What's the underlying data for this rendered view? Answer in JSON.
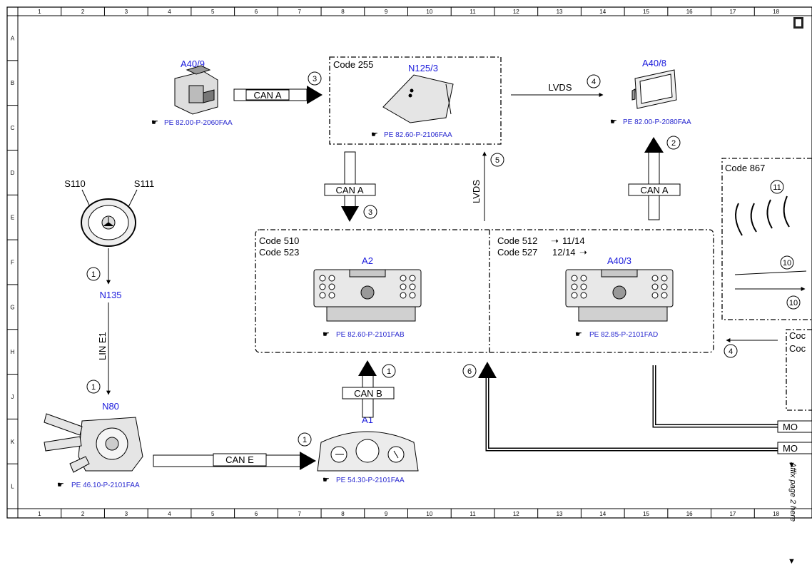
{
  "grid": {
    "columns": [
      "1",
      "2",
      "3",
      "4",
      "5",
      "6",
      "7",
      "8",
      "9",
      "10",
      "11",
      "12",
      "13",
      "14",
      "15",
      "16",
      "17",
      "18"
    ],
    "rows": [
      "A",
      "B",
      "C",
      "D",
      "E",
      "F",
      "G",
      "H",
      "J",
      "K",
      "L"
    ]
  },
  "components": {
    "a40_9": {
      "name": "A40/9",
      "ref": "PE 82.00-P-2060FAA"
    },
    "n125_3": {
      "name": "N125/3",
      "code": "Code 255",
      "ref": "PE 82.60-P-2106FAA"
    },
    "a40_8": {
      "name": "A40/8",
      "ref": "PE 82.00-P-2080FAA"
    },
    "s110": {
      "name": "S110"
    },
    "s111": {
      "name": "S111"
    },
    "n135": {
      "name": "N135"
    },
    "n80": {
      "name": "N80",
      "ref": "PE 46.10-P-2101FAA"
    },
    "a1": {
      "name": "A1",
      "ref": "PE 54.30-P-2101FAA"
    },
    "a2": {
      "name": "A2",
      "codes": [
        "Code 510",
        "Code 523"
      ],
      "ref": "PE 82.60-P-2101FAB"
    },
    "a40_3": {
      "name": "A40/3",
      "codes": [
        "Code 512",
        "Code 527"
      ],
      "code_notes": [
        "11/14",
        "12/14"
      ],
      "ref": "PE 82.85-P-2101FAD"
    },
    "code867": {
      "code": "Code 867"
    },
    "right_box": {
      "codes": [
        "Coc",
        "Coc"
      ]
    }
  },
  "connections": {
    "can_a_top": "CAN A",
    "lvds_top": "LVDS",
    "can_a_left": "CAN A",
    "lvds_vertical": "LVDS",
    "can_a_right": "CAN A",
    "lin_e1": "LIN E1",
    "can_b": "CAN B",
    "can_e": "CAN E",
    "mo_1": "MO",
    "mo_2": "MO"
  },
  "markers": {
    "m3a": "3",
    "m4a": "4",
    "m5": "5",
    "m2": "2",
    "m3b": "3",
    "m1a": "1",
    "m1b": "1",
    "m1c": "1",
    "m1d": "1",
    "m6": "6",
    "m4b": "4",
    "m10a": "10",
    "m10b": "10",
    "m11": "11"
  },
  "side_note": "Affix page 2 here"
}
